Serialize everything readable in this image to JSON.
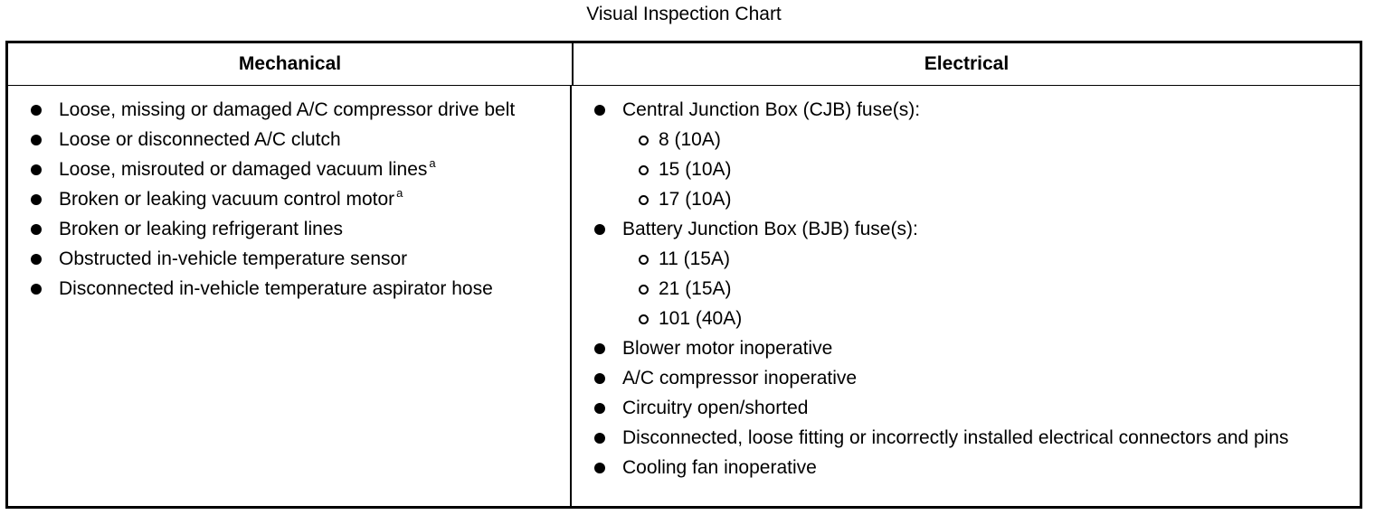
{
  "title": "Visual Inspection Chart",
  "columns": {
    "mechanical": "Mechanical",
    "electrical": "Electrical"
  },
  "mechanical_items": [
    {
      "text": "Loose, missing or damaged A/C compressor drive belt",
      "footnote": ""
    },
    {
      "text": "Loose or disconnected A/C clutch",
      "footnote": ""
    },
    {
      "text": "Loose, misrouted or damaged vacuum lines",
      "footnote": "a"
    },
    {
      "text": "Broken or leaking vacuum control motor",
      "footnote": "a"
    },
    {
      "text": "Broken or leaking refrigerant lines",
      "footnote": ""
    },
    {
      "text": "Obstructed in-vehicle temperature sensor",
      "footnote": ""
    },
    {
      "text": "Disconnected in-vehicle temperature aspirator hose",
      "footnote": ""
    }
  ],
  "electrical_items": [
    {
      "text": "Central Junction Box (CJB) fuse(s):",
      "subitems": [
        "8 (10A)",
        "15 (10A)",
        "17 (10A)"
      ]
    },
    {
      "text": "Battery Junction Box (BJB) fuse(s):",
      "subitems": [
        "11 (15A)",
        "21 (15A)",
        "101 (40A)"
      ]
    },
    {
      "text": "Blower motor inoperative",
      "subitems": []
    },
    {
      "text": "A/C compressor inoperative",
      "subitems": []
    },
    {
      "text": "Circuitry open/shorted",
      "subitems": []
    },
    {
      "text": "Disconnected, loose fitting or incorrectly installed electrical connectors and pins",
      "subitems": []
    },
    {
      "text": "Cooling fan inoperative",
      "subitems": []
    }
  ]
}
